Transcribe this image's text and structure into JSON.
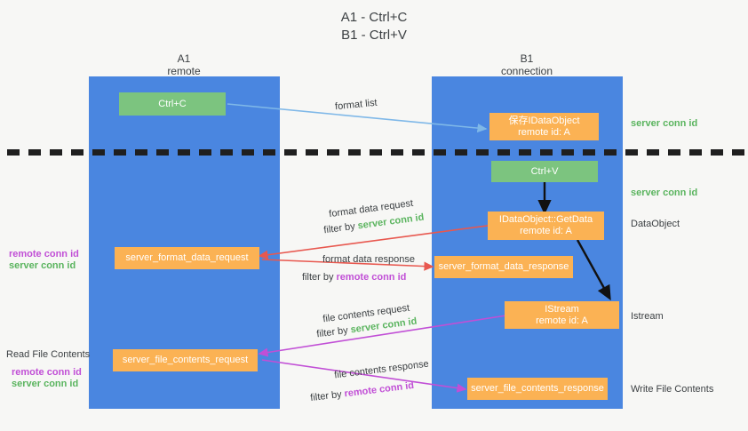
{
  "title": {
    "line1": "A1 - Ctrl+C",
    "line2": "B1 - Ctrl+V"
  },
  "lanes": [
    {
      "name": "A1",
      "sub": "remote"
    },
    {
      "name": "B1",
      "sub": "connection"
    }
  ],
  "boxes": {
    "ctrl_c": {
      "label": "Ctrl+C"
    },
    "ctrl_v": {
      "label": "Ctrl+V"
    },
    "save_idataobject": {
      "line1": "保存IDataObject",
      "line2": "remote id: A"
    },
    "getdata": {
      "line1": "IDataObject::GetData",
      "line2": "remote id: A"
    },
    "istream": {
      "line1": "IStream",
      "line2": "remote id: A"
    },
    "server_format_data_request": {
      "label": "server_format_data_request"
    },
    "server_format_data_response": {
      "label": "server_format_data_response"
    },
    "server_file_contents_request": {
      "label": "server_file_contents_request"
    },
    "server_file_contents_response": {
      "label": "server_file_contents_response"
    }
  },
  "edge_labels": {
    "format_list": "format list",
    "format_data_request": "format data request",
    "format_data_request_filter_prefix": "filter by ",
    "format_data_request_filter_value": "server conn id",
    "format_data_response": "format data response",
    "format_data_response_filter_prefix": "filter by ",
    "format_data_response_filter_value": "remote conn id",
    "file_contents_request": "file contents request",
    "file_contents_request_filter_prefix": "filter by ",
    "file_contents_request_filter_value": "server conn id",
    "file_contents_response": "file contents response",
    "file_contents_response_filter_prefix": "filter by ",
    "file_contents_response_filter_value": "remote conn id"
  },
  "right_labels": {
    "server_conn_id_top": "server conn id",
    "server_conn_id_mid": "server conn id",
    "dataobject": "DataObject",
    "istream": "Istream",
    "write_file_contents": "Write File Contents"
  },
  "left_labels": {
    "remote_conn_id_upper": "remote conn id",
    "server_conn_id_upper": "server conn id",
    "read_file_contents": "Read File Contents",
    "remote_conn_id_lower": "remote conn id",
    "server_conn_id_lower": "server conn id"
  },
  "colors": {
    "lane": "#4a86e0",
    "green_box": "#7cc47f",
    "orange_box": "#fbb254",
    "red_arrow": "#e8584f",
    "magenta_arrow": "#c14fd6",
    "lightblue_arrow": "#7fb8e8",
    "black_arrow": "#111111",
    "green_text": "#5ab45e",
    "magenta_text": "#c14fd6",
    "background": "#f7f7f5"
  }
}
